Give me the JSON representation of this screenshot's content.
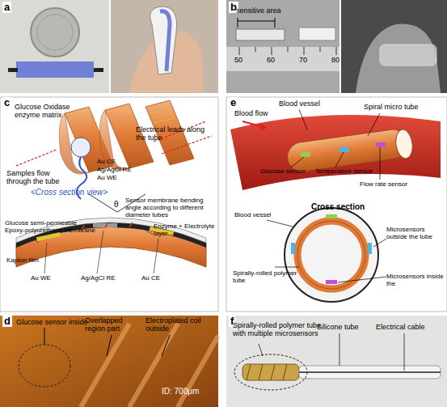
{
  "diagram": {
    "labels": [
      "a",
      "b",
      "sensitive area",
      "50",
      "60",
      "70",
      "80",
      "c",
      "Glucose Oxidase enzyme matrix",
      "Electrical leads along the tube",
      "Samples flow through the tube",
      "Au CE",
      "Ag/AgCl RE",
      "Au WE",
      "<Cross section view>",
      "θ",
      "Sensor membrane bending angle according to different diameter tubes",
      "Glucose semi-permeable Epoxy-polyurethane membrane",
      "Enzyme + Electrolyte layer",
      "Kapton film",
      "Au WE",
      "Ag/AgCl RE",
      "Au CE",
      "d",
      "Glucose sensor inside",
      "Overlapped region part",
      "Electroplated coil outside",
      "ID: 700μm",
      "e",
      "Blood flow",
      "Blood vessel",
      "Spiral micro tube",
      "Glucose sensor",
      "Temperature sensor",
      "Flow rate sensor",
      "Cross section",
      "Blood vessel",
      "Microsensors outside the tube",
      "Spirally-rolled polymer tube",
      "Microsensors inside the",
      "f",
      "Spirally-rolled polymer tube with multiple microsensors",
      "Silicone tube",
      "Electrical cable"
    ]
  }
}
